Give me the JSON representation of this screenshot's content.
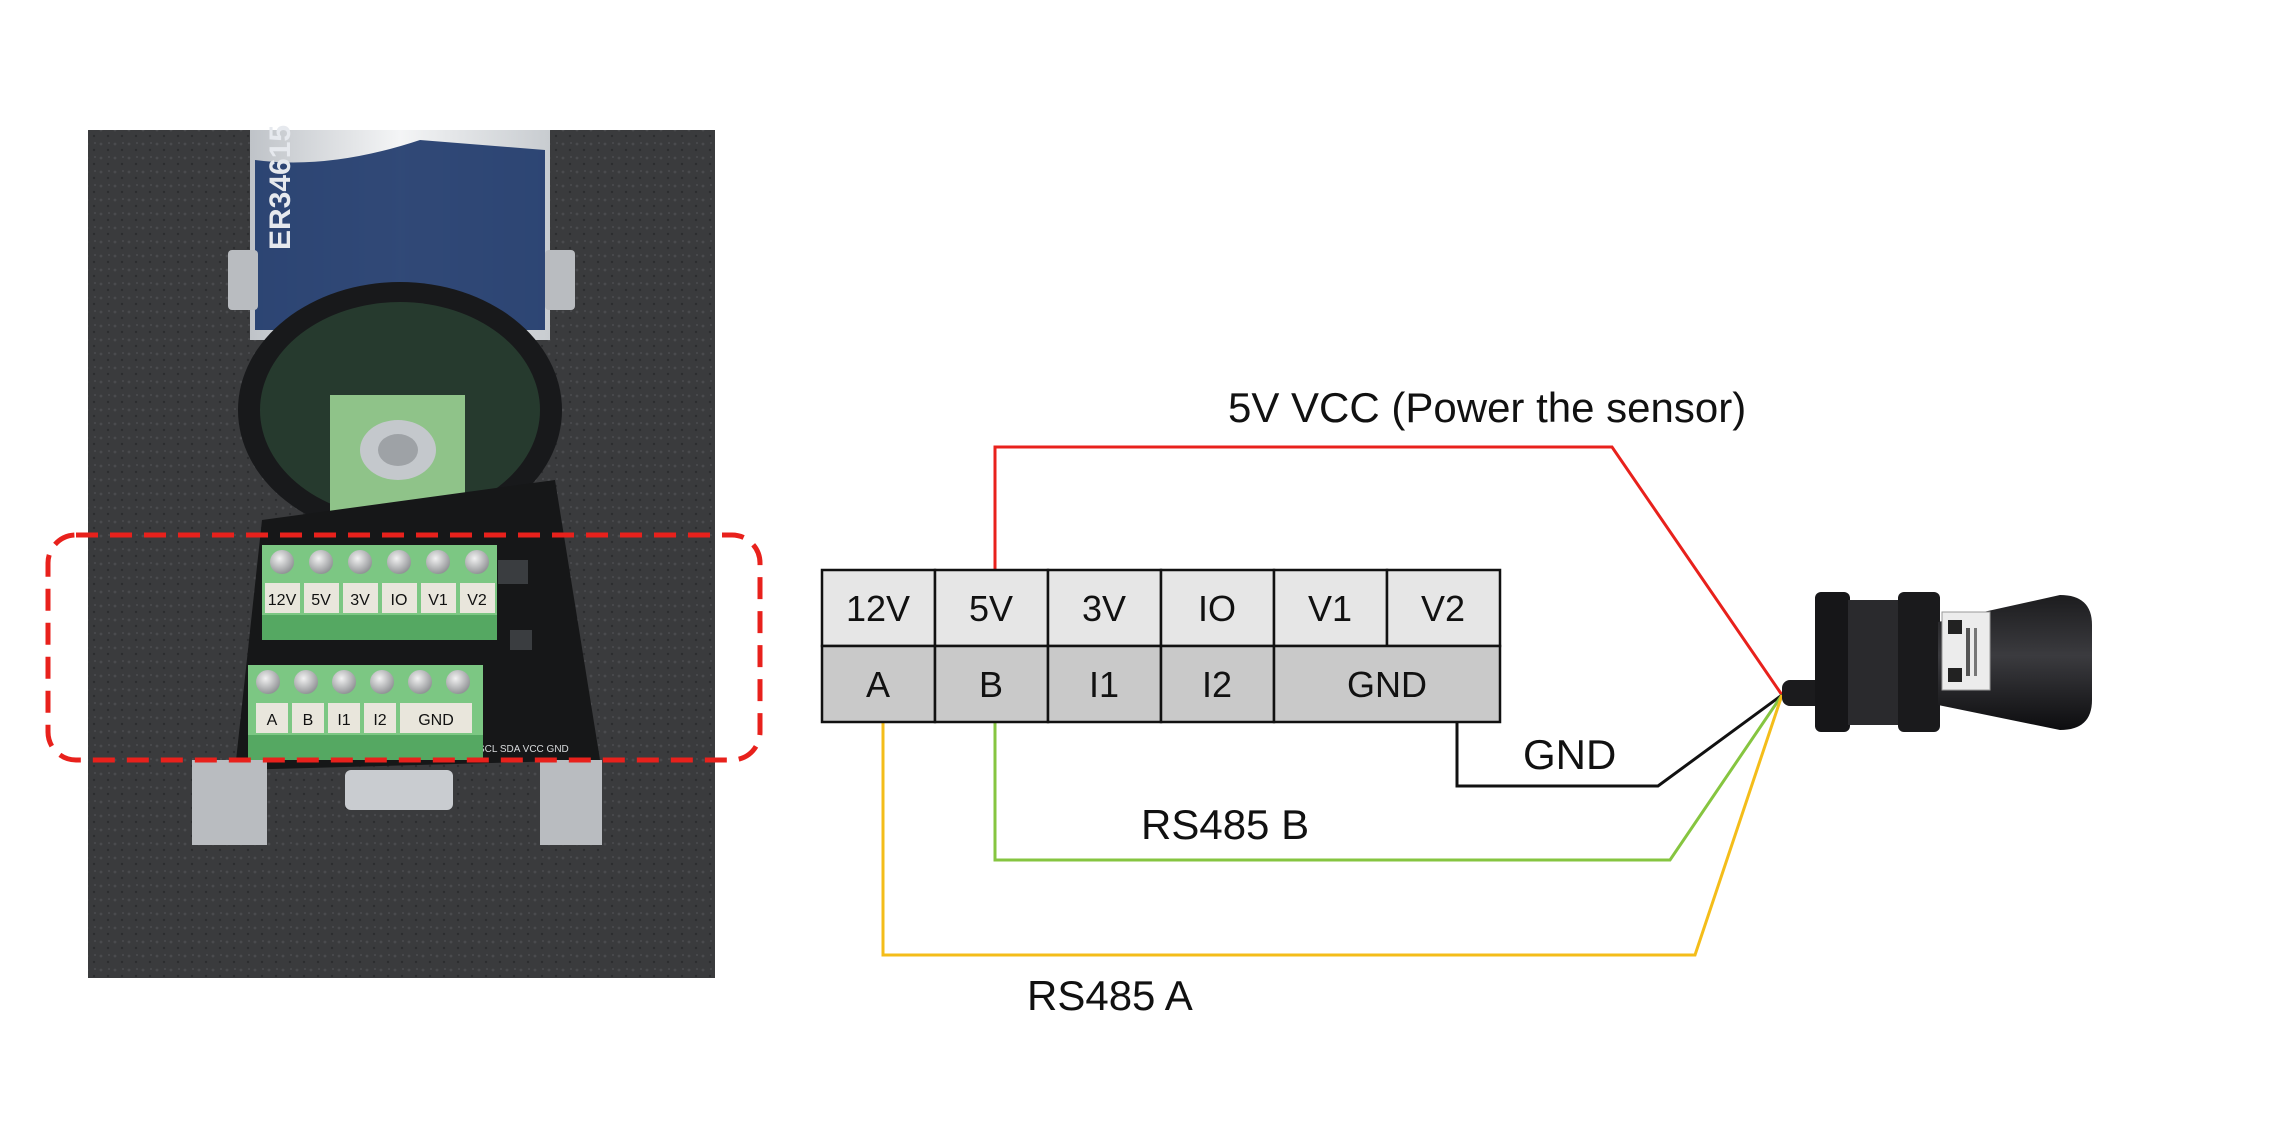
{
  "terminal_table": {
    "top_row": [
      "12V",
      "5V",
      "3V",
      "IO",
      "V1",
      "V2"
    ],
    "bottom_row": [
      "A",
      "B",
      "I1",
      "I2",
      "GND"
    ]
  },
  "photo_board": {
    "top_row": [
      "12V",
      "5V",
      "3V",
      "IO",
      "V1",
      "V2"
    ],
    "bottom_row": [
      "A",
      "B",
      "I1",
      "I2",
      "GND"
    ],
    "battery_text": "ER34615",
    "silkscreen_text": "SCL SDA VCC GND"
  },
  "wires": [
    {
      "label": "5V VCC (Power the sensor)",
      "color": "#e8211c",
      "from": "5V"
    },
    {
      "label": "GND",
      "color": "#111111",
      "from": "GND"
    },
    {
      "label": "RS485 B",
      "color": "#86c540",
      "from": "B"
    },
    {
      "label": "RS485 A",
      "color": "#f4bd1a",
      "from": "A"
    }
  ],
  "highlight_color": "#e8211c"
}
